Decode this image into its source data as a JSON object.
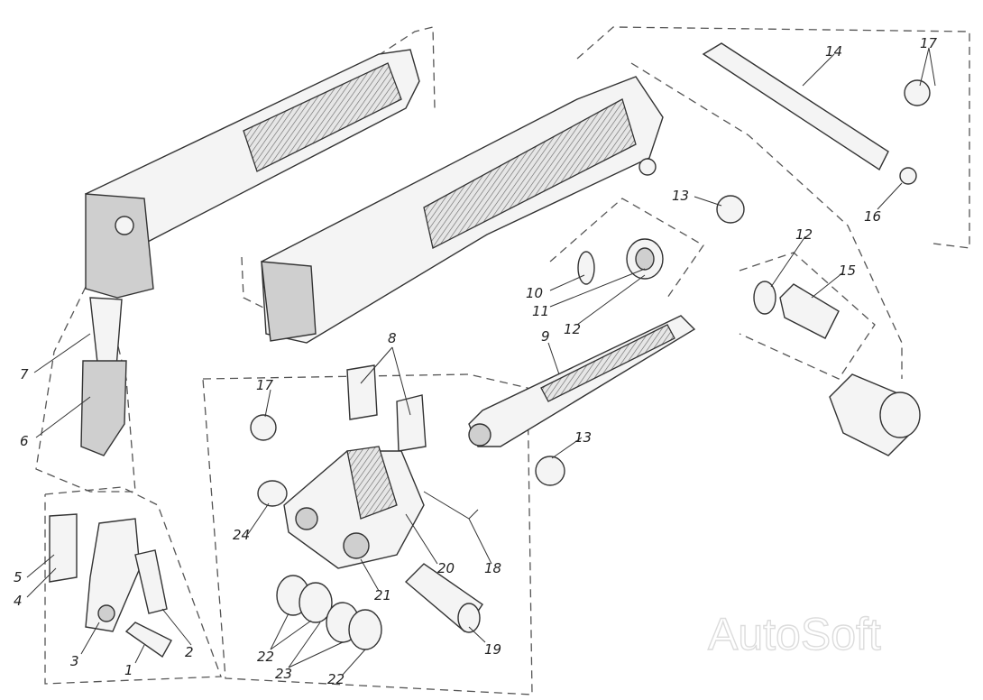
{
  "diagram": {
    "watermark": "AutoSoft",
    "callouts": [
      {
        "id": "c1",
        "label": "1"
      },
      {
        "id": "c2",
        "label": "2"
      },
      {
        "id": "c3",
        "label": "3"
      },
      {
        "id": "c4",
        "label": "4"
      },
      {
        "id": "c5",
        "label": "5"
      },
      {
        "id": "c6",
        "label": "6"
      },
      {
        "id": "c7",
        "label": "7"
      },
      {
        "id": "c8",
        "label": "8"
      },
      {
        "id": "c9",
        "label": "9"
      },
      {
        "id": "c10",
        "label": "10"
      },
      {
        "id": "c11",
        "label": "11"
      },
      {
        "id": "c12a",
        "label": "12"
      },
      {
        "id": "c12b",
        "label": "12"
      },
      {
        "id": "c13a",
        "label": "13"
      },
      {
        "id": "c13b",
        "label": "13"
      },
      {
        "id": "c14",
        "label": "14"
      },
      {
        "id": "c15",
        "label": "15"
      },
      {
        "id": "c16",
        "label": "16"
      },
      {
        "id": "c17a",
        "label": "17"
      },
      {
        "id": "c17b",
        "label": "17"
      },
      {
        "id": "c18",
        "label": "18"
      },
      {
        "id": "c19",
        "label": "19"
      },
      {
        "id": "c20",
        "label": "20"
      },
      {
        "id": "c21",
        "label": "21"
      },
      {
        "id": "c22a",
        "label": "22"
      },
      {
        "id": "c22b",
        "label": "22"
      },
      {
        "id": "c23",
        "label": "23"
      },
      {
        "id": "c24",
        "label": "24"
      }
    ]
  }
}
